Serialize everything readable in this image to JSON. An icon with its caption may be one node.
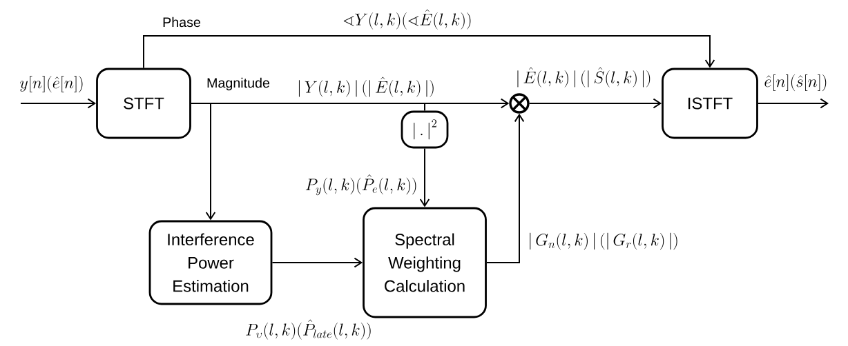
{
  "diagram": {
    "nodes": [
      {
        "text": [
          "STFT"
        ]
      },
      {
        "text": [
          "ISTFT"
        ]
      },
      {
        "text": [
          "\\left|\\,.\\,\\right|^{2}"
        ]
      },
      {
        "text": [],
        "shape": "circle"
      },
      {
        "text": [
          "Interference Power Estimation"
        ]
      },
      {
        "text": [
          "Spectral Weighting Calculation"
        ]
      }
    ],
    "edges": [
      {
        "from": null,
        "to": 0,
        "arrow": "to",
        "label": "y[n](\\hat{e}[n])"
      },
      {
        "from": 0,
        "to": 1,
        "arrow": "to",
        "label": "\\sphericalangle Y(l,k)(\\sphericalangle\\hat{E}(l,k))"
      },
      {
        "from": 0,
        "to": 3,
        "arrow": "to",
        "label": "|\\,Y(l,k)\\,|\\,(|\\,\\hat{E}(l,k)\\,|)"
      },
      {
        "from": 0,
        "to": 4,
        "arrow": "to"
      },
      {
        "from": 0,
        "to": 2,
        "arrow": "none"
      },
      {
        "from": 2,
        "to": 5,
        "arrow": "to",
        "label": "P_y(l,k)(\\hat{P}_e(l,k))"
      },
      {
        "from": 4,
        "to": 5,
        "arrow": "to"
      },
      {
        "from": 5,
        "to": 3,
        "arrow": "to",
        "label": "|\\,G_n(l,k)\\,|\\,(|\\,G_r(l,k)\\,|)"
      },
      {
        "from": 3,
        "to": 1,
        "arrow": "to",
        "label": "|\\,\\hat{E}(l,k)\\,|\\,(|\\,\\hat{S}(l,k)\\,|)"
      },
      {
        "from": 1,
        "to": null,
        "arrow": "to",
        "label": "\\hat{e}[n](\\hat{s}[n])"
      }
    ],
    "labels": [
      "Phase",
      "Magnitude",
      "P_\\upsilon(l,k)(\\hat{P}_{late}(l,k))"
    ]
  }
}
